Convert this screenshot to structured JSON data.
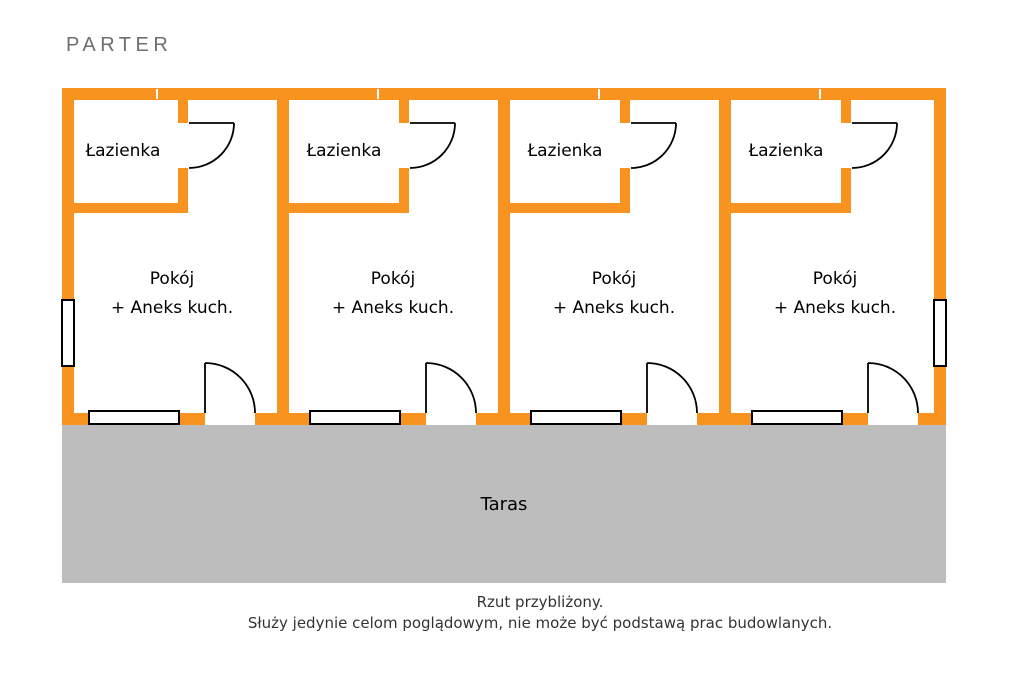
{
  "title": "PARTER",
  "floor_plan": {
    "units": [
      {
        "bathroom": "Łazienka",
        "room_line1": "Pokój",
        "room_line2": "+ Aneks kuch."
      },
      {
        "bathroom": "Łazienka",
        "room_line1": "Pokój",
        "room_line2": "+ Aneks kuch."
      },
      {
        "bathroom": "Łazienka",
        "room_line1": "Pokój",
        "room_line2": "+ Aneks kuch."
      },
      {
        "bathroom": "Łazienka",
        "room_line1": "Pokój",
        "room_line2": "+ Aneks kuch."
      }
    ],
    "terrace": "Taras"
  },
  "disclaimer": {
    "line1": "Rzut przybliżony.",
    "line2": "Służy jedynie celom poglądowym, nie może być podstawą prac budowlanych."
  },
  "colors": {
    "wall": "#F7931E",
    "terrace": "#BDBDBD"
  }
}
